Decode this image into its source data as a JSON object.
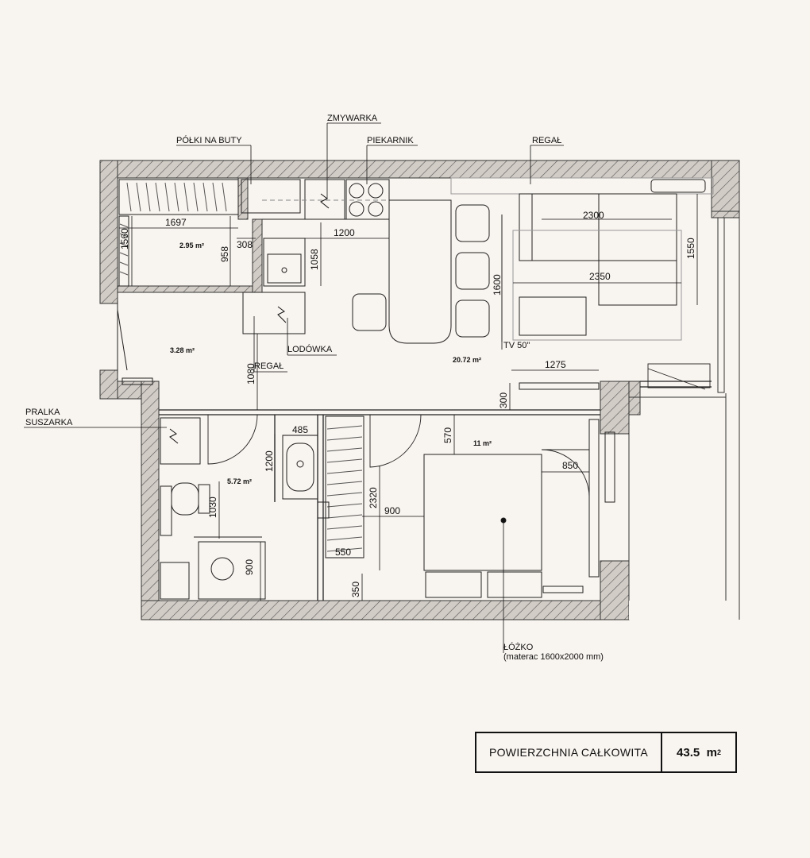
{
  "labels": {
    "zmywarka": "ZMYWARKA",
    "polki_na_buty": "PÓŁKI NA BUTY",
    "piekarnik": "PIEKARNIK",
    "regal_top": "REGAŁ",
    "lodowka": "LODÓWKA",
    "regal_mid": "REGAŁ",
    "pralka": "PRALKA",
    "suszarka": "SUSZARKA",
    "tv": "TV 50\"",
    "lozko": "ŁÓŻKO",
    "materac": "(materac 1600x2000 mm)"
  },
  "rooms": {
    "wardrobe": "2.95 m²",
    "hall": "3.28 m²",
    "living": "20.72 m²",
    "bath": "5.72 m²",
    "bedroom": "11 m²"
  },
  "dims": {
    "d1697": "1697",
    "d1560": "1560",
    "d958": "958",
    "d308": "308",
    "d1200_top": "1200",
    "d1058": "1058",
    "d2300": "2300",
    "d1550": "1550",
    "d2350": "2350",
    "d1600": "1600",
    "d1275": "1275",
    "d1080": "1080",
    "d300": "300",
    "d485": "485",
    "d1200_bath": "1200",
    "d1030": "1030",
    "d900_bath": "900",
    "d570": "570",
    "d850": "850",
    "d2320": "2320",
    "d900_bed": "900",
    "d550": "550",
    "d350": "350"
  },
  "summary": {
    "caption": "POWIERZCHNIA CAŁKOWITA",
    "value": "43.5",
    "unit": "m",
    "unit_sup": "2"
  }
}
